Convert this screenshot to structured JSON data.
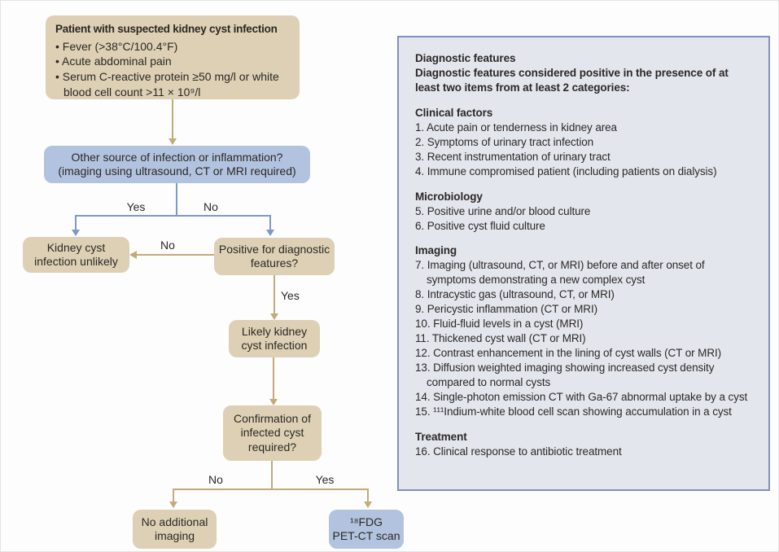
{
  "colors": {
    "tan_box": "#ddd0b4",
    "blue_box": "#b2c3df",
    "tan_arrow": "#c6a97a",
    "blue_arrow": "#7d99c8",
    "panel_background": "#e4e6ee",
    "panel_border": "#8191bd",
    "text": "#2b2826"
  },
  "flowchart": {
    "start": {
      "title": "Patient with suspected kidney cyst infection",
      "bullets": [
        "• Fever (>38°C/100.4°F)",
        "• Acute abdominal pain",
        "• Serum C-reactive protein ≥50 mg/l or white blood cell count >11 × 10⁹/l"
      ]
    },
    "decision_source": {
      "line1": "Other source of infection or inflammation?",
      "line2": "(imaging using ultrasound, CT or MRI required)"
    },
    "unlikely": "Kidney cyst infection unlikely",
    "positive": "Positive for diagnostic features?",
    "likely": "Likely kidney cyst infection",
    "confirm": "Confirmation of infected cyst required?",
    "no_imaging": "No additional imaging",
    "pet_ct": {
      "line1": "¹⁸FDG",
      "line2": "PET-CT scan"
    },
    "labels": {
      "yes_source": "Yes",
      "no_source": "No",
      "no_features": "No",
      "yes_features": "Yes",
      "no_confirm": "No",
      "yes_confirm": "Yes"
    }
  },
  "panel": {
    "title": "Diagnostic features",
    "subtitle": "Diagnostic features considered positive in the presence of at least two items from at least 2 categories:",
    "sections": [
      {
        "heading": "Clinical factors",
        "items": [
          "1. Acute pain or tenderness in kidney area",
          "2. Symptoms of urinary tract infection",
          "3. Recent instrumentation of urinary tract",
          "4. Immune compromised patient (including patients on dialysis)"
        ]
      },
      {
        "heading": "Microbiology",
        "items": [
          "5. Positive urine and/or blood culture",
          "6. Positive cyst fluid culture"
        ]
      },
      {
        "heading": "Imaging",
        "items": [
          "7. Imaging (ultrasound, CT, or MRI) before and after onset of symptoms demonstrating a new complex cyst",
          "8. Intracystic gas (ultrasound, CT, or MRI)",
          "9. Pericystic inflammation (CT or MRI)",
          "10. Fluid-fluid levels in a cyst (MRI)",
          "11. Thickened cyst wall (CT or MRI)",
          "12. Contrast enhancement in the lining of cyst walls (CT or MRI)",
          "13. Diffusion weighted imaging showing increased cyst density compared to normal cysts",
          "14. Single-photon emission CT with Ga-67 abnormal uptake by a cyst",
          "15. ¹¹¹Indium-white blood cell scan showing accumulation in a cyst"
        ]
      },
      {
        "heading": "Treatment",
        "items": [
          "16. Clinical response to antibiotic treatment"
        ]
      }
    ]
  }
}
